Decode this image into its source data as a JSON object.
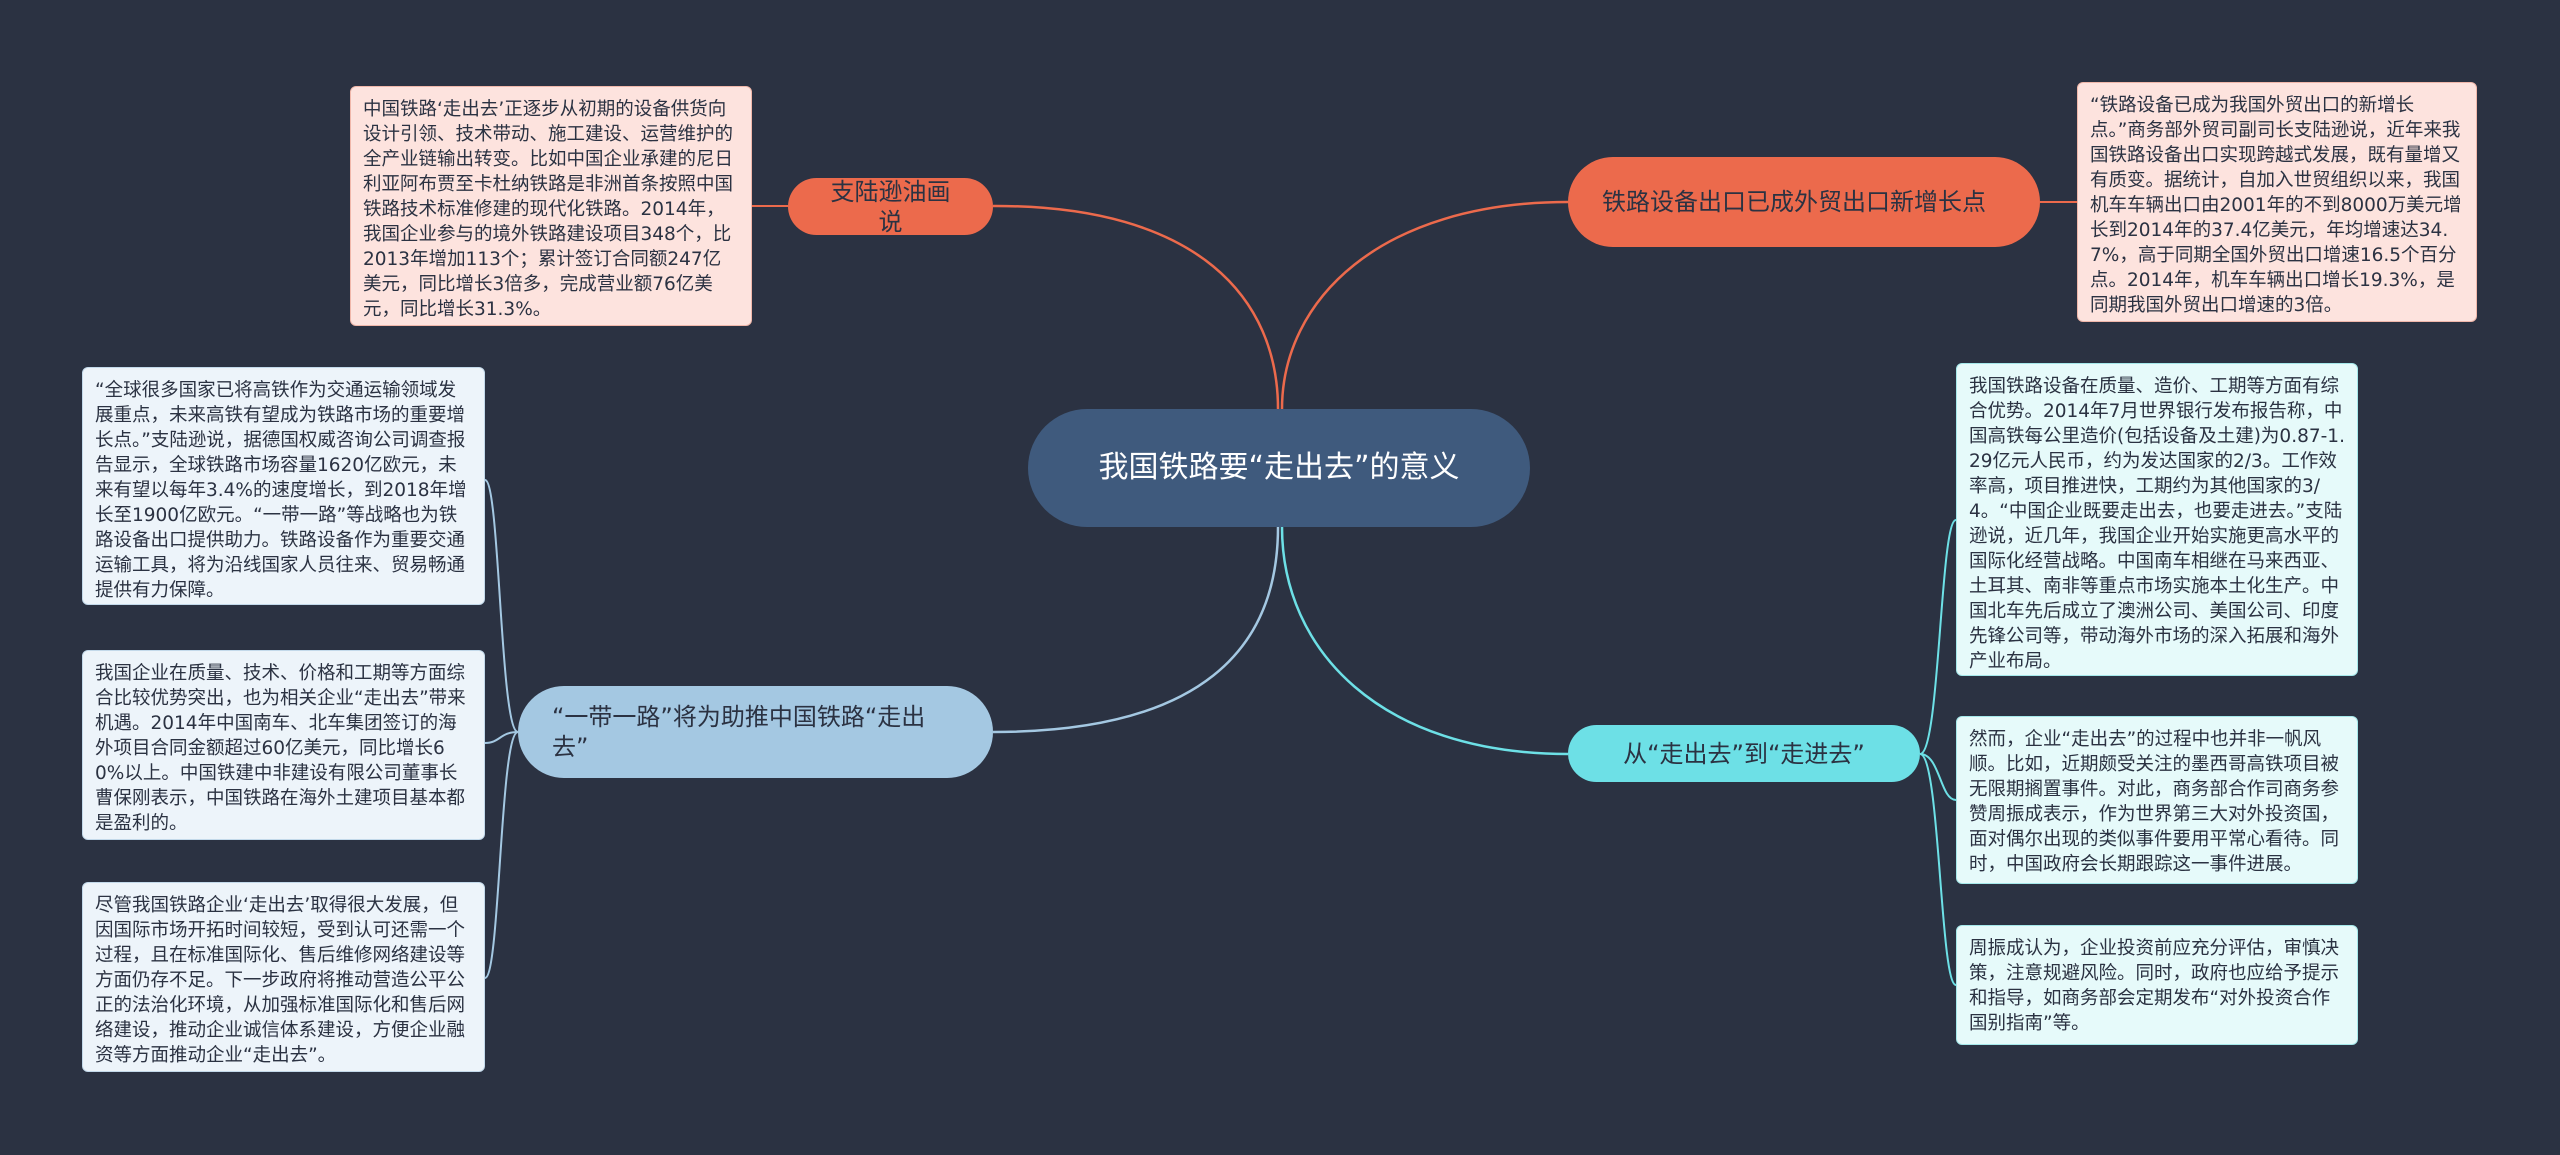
{
  "central": {
    "title": "我国铁路要“走出去”的意义"
  },
  "branches": {
    "africa": {
      "label": "支陆逊油画说"
    },
    "export": {
      "label": "铁路设备出口已成外贸出口新增长点"
    },
    "belt": {
      "label": "“一带一路”将为助推中国铁路“走出去”"
    },
    "out": {
      "label": "从“走出去”到“走进去”"
    }
  },
  "leaves": {
    "africa_1": "中国铁路‘走出去’正逐步从初期的设备供货向设计引领、技术带动、施工建设、运营维护的全产业链输出转变。比如中国企业承建的尼日利亚阿布贾至卡杜纳铁路是非洲首条按照中国铁路技术标准修建的现代化铁路。2014年，我国企业参与的境外铁路建设项目348个，比2013年增加113个；累计签订合同额247亿美元，同比增长3倍多，完成营业额76亿美元，同比增长31.3%。",
    "export_1": "“铁路设备已成为我国外贸出口的新增长点。”商务部外贸司副司长支陆逊说，近年来我国铁路设备出口实现跨越式发展，既有量增又有质变。据统计，自加入世贸组织以来，我国机车车辆出口由2001年的不到8000万美元增长到2014年的37.4亿美元，年均增速达34.7%，高于同期全国外贸出口增速16.5个百分点。2014年，机车车辆出口增长19.3%，是同期我国外贸出口增速的3倍。",
    "belt_1": "“全球很多国家已将高铁作为交通运输领域发展重点，未来高铁有望成为铁路市场的重要增长点。”支陆逊说，据德国权威咨询公司调查报告显示，全球铁路市场容量1620亿欧元，未来有望以每年3.4%的速度增长，到2018年增长至1900亿欧元。“一带一路”等战略也为铁路设备出口提供助力。铁路设备作为重要交通运输工具，将为沿线国家人员往来、贸易畅通提供有力保障。",
    "belt_2": "我国企业在质量、技术、价格和工期等方面综合比较优势突出，也为相关企业“走出去”带来机遇。2014年中国南车、北车集团签订的海外项目合同金额超过60亿美元，同比增长60%以上。中国铁建中非建设有限公司董事长曹保刚表示，中国铁路在海外土建项目基本都是盈利的。",
    "belt_3": "尽管我国铁路企业‘走出去’取得很大发展，但因国际市场开拓时间较短，受到认可还需一个过程，且在标准国际化、售后维修网络建设等方面仍存不足。下一步政府将推动营造公平公正的法治化环境，从加强标准国际化和售后网络建设，推动企业诚信体系建设，方便企业融资等方面推动企业“走出去”。",
    "out_1": "我国铁路设备在质量、造价、工期等方面有综合优势。2014年7月世界银行发布报告称，中国高铁每公里造价(包括设备及土建)为0.87-1.29亿元人民币，约为发达国家的2/3。工作效率高，项目推进快，工期约为其他国家的3/4。“中国企业既要走出去，也要走进去。”支陆逊说，近几年，我国企业开始实施更高水平的国际化经营战略。中国南车相继在马来西亚、土耳其、南非等重点市场实施本土化生产。中国北车先后成立了澳洲公司、美国公司、印度先锋公司等，带动海外市场的深入拓展和海外产业布局。",
    "out_2": "然而，企业“走出去”的过程中也并非一帆风顺。比如，近期颇受关注的墨西哥高铁项目被无限期搁置事件。对此，商务部合作司商务参赞周振成表示，作为世界第三大对外投资国，面对偶尔出现的类似事件要用平常心看待。同时，中国政府会长期跟踪这一事件进展。",
    "out_3": "周振成认为，企业投资前应充分评估，审慎决策，注意规避风险。同时，政府也应给予提示和指导，如商务部会定期发布“对外投资合作国别指南”等。"
  },
  "colors": {
    "background": "#2b3242",
    "central": "#3f5a7d",
    "orange": "#ec6a4c",
    "blue": "#a4c8e2",
    "cyan": "#6de0e6"
  }
}
